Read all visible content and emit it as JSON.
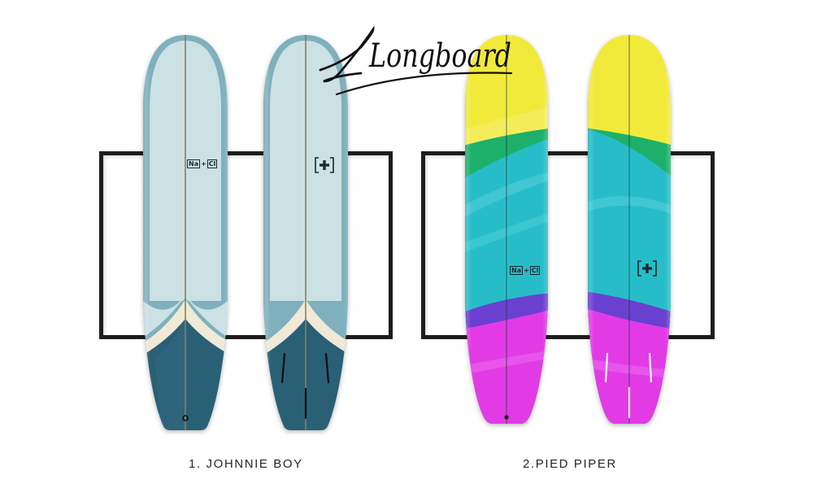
{
  "title": "Longboard",
  "colors": {
    "frame": "#1e1c1c",
    "johnnie_deck": "#cbe1e4",
    "johnnie_rail": "#7fb0bd",
    "johnnie_cream": "#efe9d6",
    "johnnie_tail": "#2b6176",
    "johnnie_stringer": "#8e7f58",
    "piper_yellow": "#f2ea3a",
    "piper_green": "#1fb06a",
    "piper_cyan": "#25bdc9",
    "piper_purple": "#6a3fd0",
    "piper_magenta": "#e23ae6"
  },
  "boards": [
    {
      "name": "Johnnie Boy",
      "view": "deck",
      "logo": "[Na]+[Cl]"
    },
    {
      "name": "Johnnie Boy",
      "view": "bottom",
      "logo": "[+]"
    },
    {
      "name": "Pied Piper",
      "view": "deck",
      "logo": "[Na]+[Cl]"
    },
    {
      "name": "Pied Piper",
      "view": "bottom",
      "logo": "[+]"
    }
  ],
  "captions": [
    {
      "label": "1. JOHNNIE BOY"
    },
    {
      "label": "2.PIED PIPER"
    }
  ],
  "logos": {
    "nacl_na": "Na",
    "nacl_plus": "+",
    "nacl_cl": "Cl"
  }
}
